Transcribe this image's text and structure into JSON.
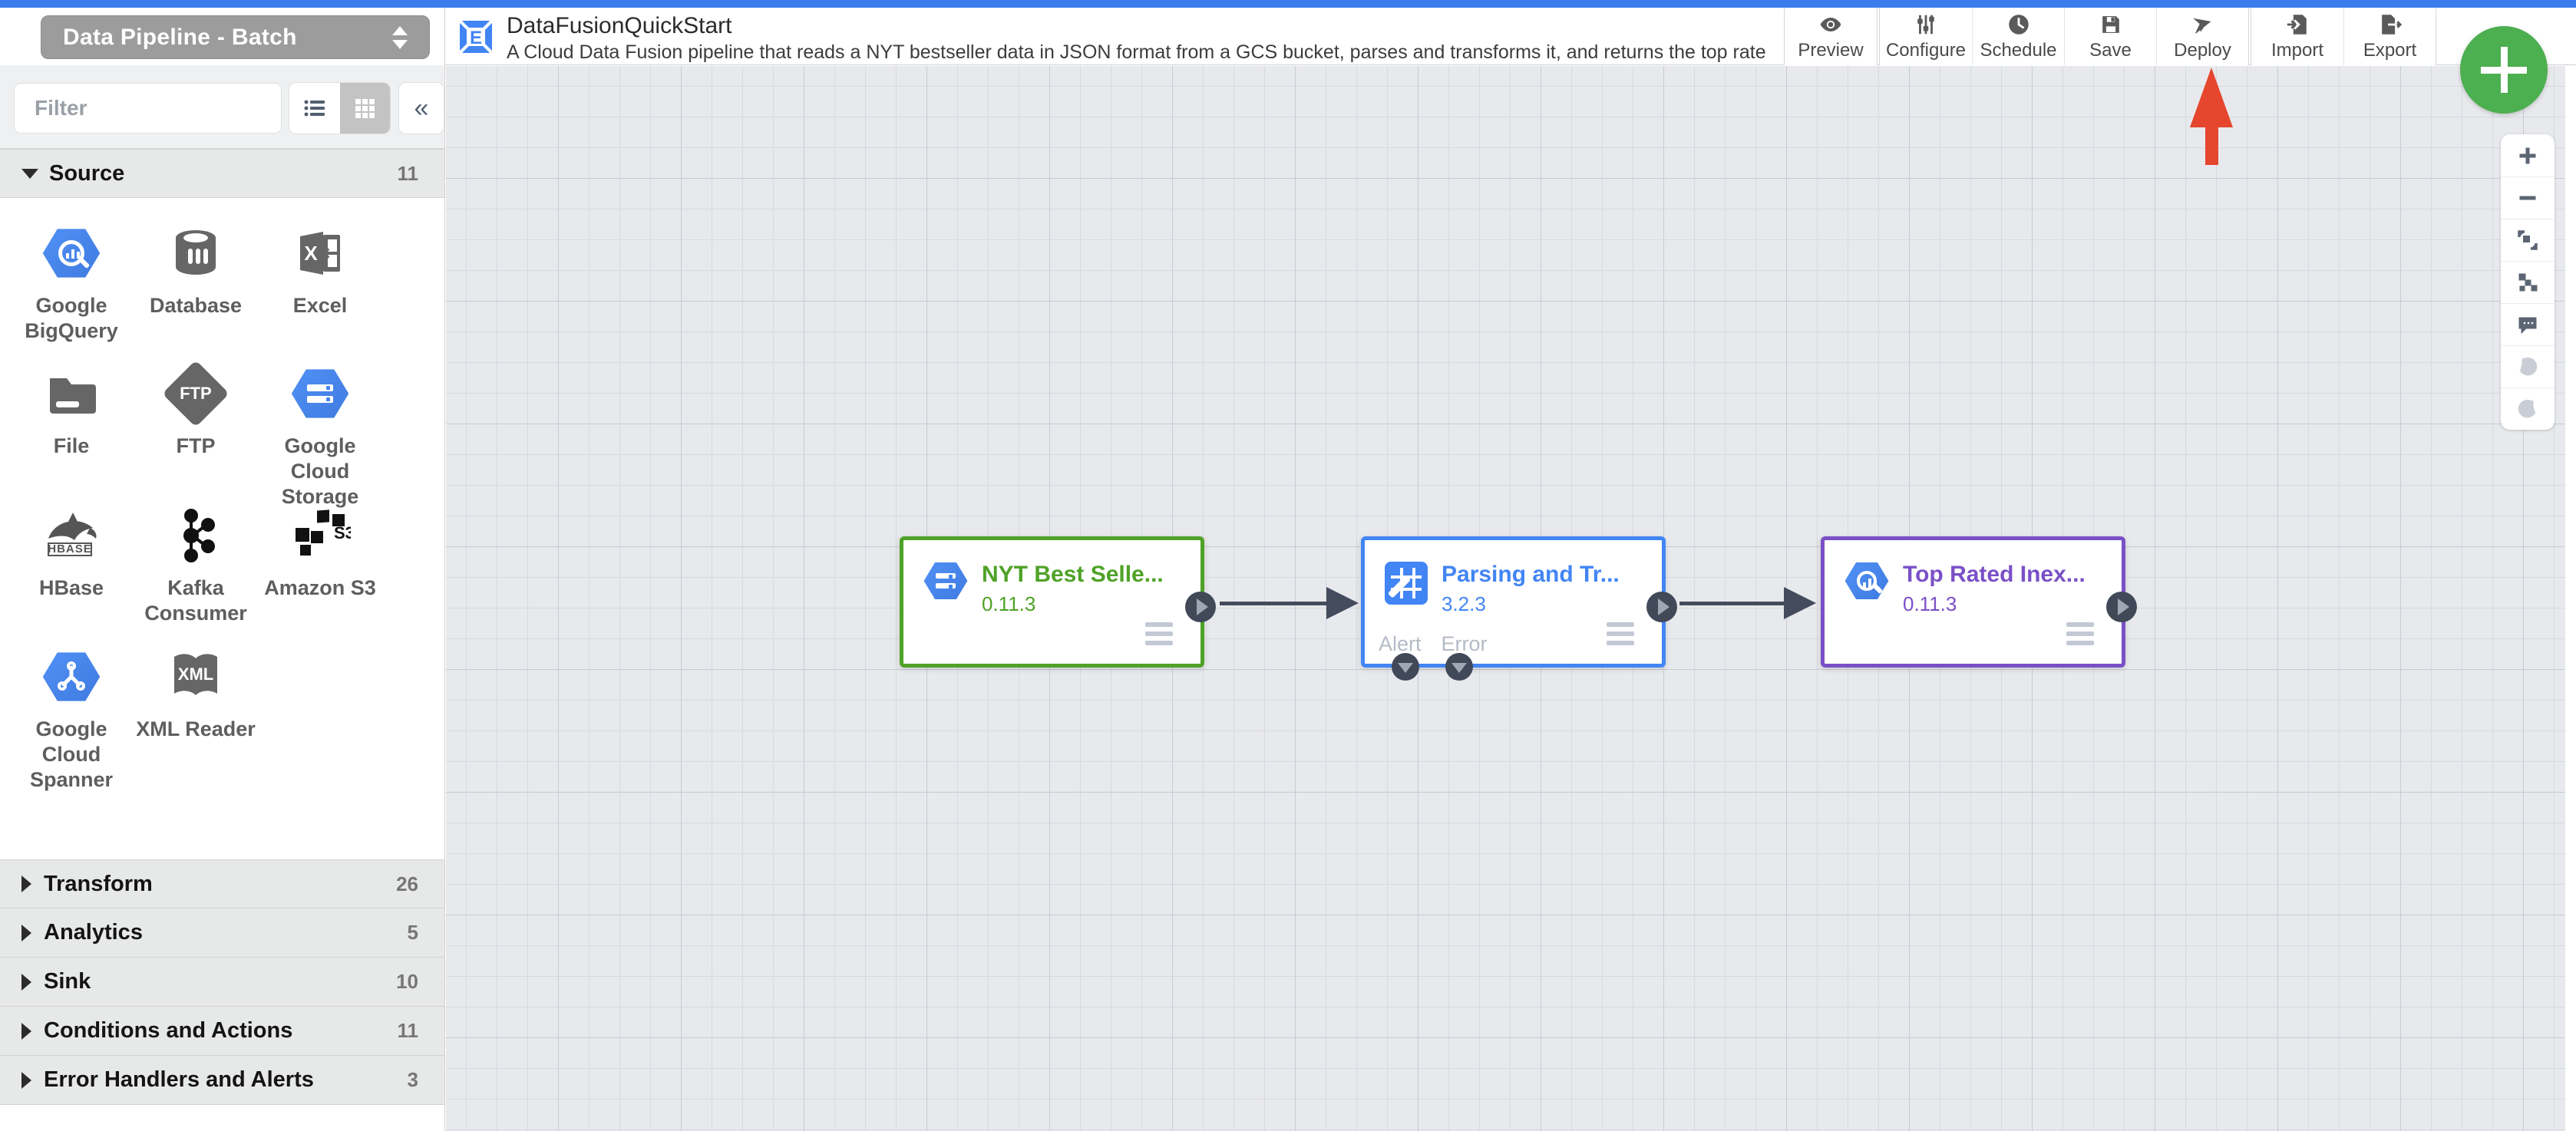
{
  "pipeline_selector": {
    "label": "Data Pipeline - Batch"
  },
  "header": {
    "title": "DataFusionQuickStart",
    "description": "A Cloud Data Fusion pipeline that reads a NYT bestseller data in JSON format from a GCS bucket, parses and transforms it, and returns the top rated book..."
  },
  "toolbar": {
    "buttons": [
      {
        "label": "Preview",
        "icon": "eye-icon"
      },
      {
        "label": "Configure",
        "icon": "sliders-icon"
      },
      {
        "label": "Schedule",
        "icon": "clock-icon"
      },
      {
        "label": "Save",
        "icon": "floppy-icon"
      },
      {
        "label": "Deploy",
        "icon": "paper-plane-icon"
      },
      {
        "label": "Import",
        "icon": "file-import-icon"
      },
      {
        "label": "Export",
        "icon": "file-export-icon"
      }
    ]
  },
  "sidebar": {
    "filter_placeholder": "Filter",
    "sections": [
      {
        "label": "Source",
        "count": "11",
        "expanded": true
      },
      {
        "label": "Transform",
        "count": "26",
        "expanded": false
      },
      {
        "label": "Analytics",
        "count": "5",
        "expanded": false
      },
      {
        "label": "Sink",
        "count": "10",
        "expanded": false
      },
      {
        "label": "Conditions and Actions",
        "count": "11",
        "expanded": false
      },
      {
        "label": "Error Handlers and Alerts",
        "count": "3",
        "expanded": false
      }
    ],
    "plugins": [
      {
        "label": "Google BigQuery",
        "icon": "bigquery-icon"
      },
      {
        "label": "Database",
        "icon": "database-icon"
      },
      {
        "label": "Excel",
        "icon": "excel-icon"
      },
      {
        "label": "File",
        "icon": "folder-icon"
      },
      {
        "label": "FTP",
        "icon": "ftp-icon"
      },
      {
        "label": "Google Cloud Storage",
        "icon": "gcs-icon"
      },
      {
        "label": "HBase",
        "icon": "hbase-icon"
      },
      {
        "label": "Kafka Consumer",
        "icon": "kafka-icon"
      },
      {
        "label": "Amazon S3",
        "icon": "s3-icon"
      },
      {
        "label": "Google Cloud Spanner",
        "icon": "spanner-icon"
      },
      {
        "label": "XML Reader",
        "icon": "xml-icon"
      }
    ]
  },
  "canvas": {
    "nodes": [
      {
        "title": "NYT Best Selle...",
        "version": "0.11.3",
        "accent": "#4fa227",
        "icon": "gcs-icon"
      },
      {
        "title": "Parsing and Tr...",
        "version": "3.2.3",
        "accent": "#4285f4",
        "icon": "wrangler-icon",
        "alert_label": "Alert",
        "error_label": "Error"
      },
      {
        "title": "Top Rated Inex...",
        "version": "0.11.3",
        "accent": "#7a50c7",
        "icon": "bigquery-icon"
      }
    ]
  },
  "colors": {
    "top_bar": "#3c7ded",
    "fab_green": "#4caf50",
    "annotation_arrow": "#e5462d",
    "node_green": "#4fa227",
    "node_blue": "#4285f4",
    "node_purple": "#7a50c7"
  }
}
